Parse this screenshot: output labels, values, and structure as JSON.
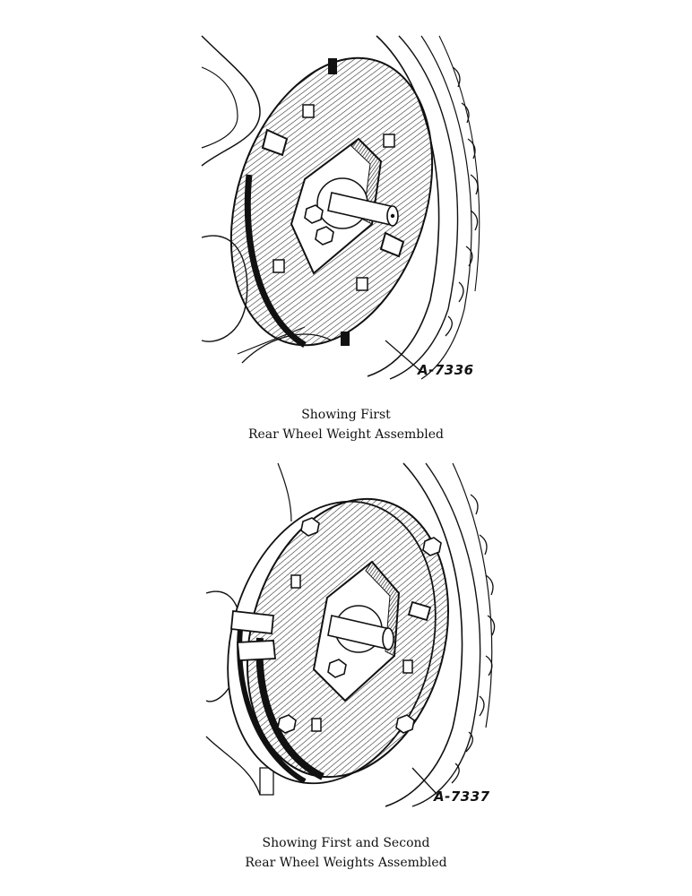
{
  "figures": [
    {
      "id_label": "A-7336",
      "caption_line1": "Showing First",
      "caption_line2": "Rear Wheel Weight Assembled",
      "illustration": "rear-wheel-single-weight"
    },
    {
      "id_label": "A-7337",
      "caption_line1": "Showing First and Second",
      "caption_line2": "Rear Wheel Weights Assembled",
      "illustration": "rear-wheel-double-weight"
    }
  ]
}
